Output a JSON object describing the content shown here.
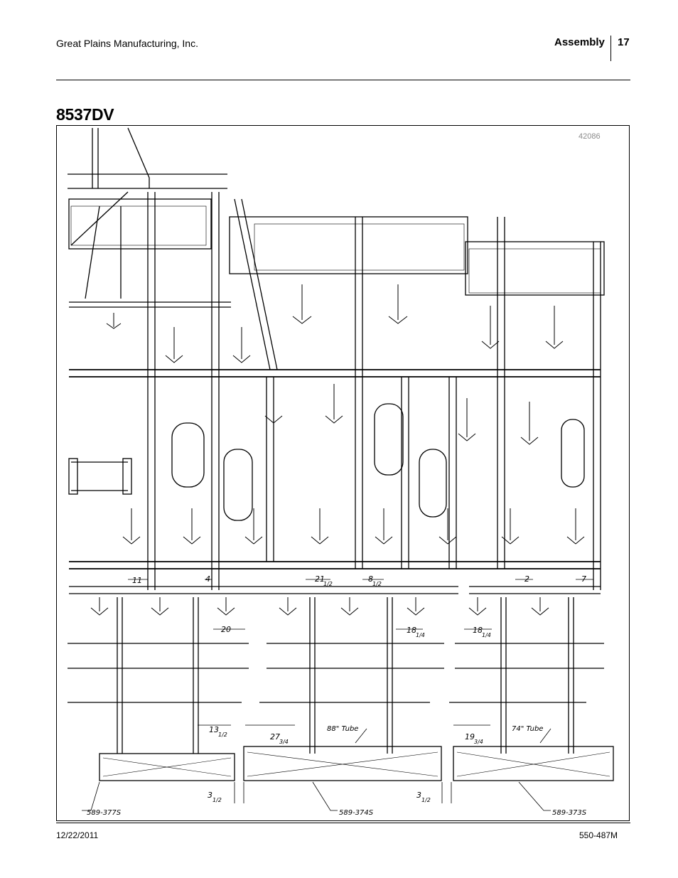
{
  "header": {
    "company": "Great Plains Manufacturing, Inc.",
    "section": "Assembly",
    "page_number": "17"
  },
  "title": "8537DV",
  "figure": {
    "id": "42086",
    "dimensions": {
      "d11": "11",
      "d4": "4",
      "d21": "21",
      "d21f": "1/2",
      "d8": "8",
      "d8f": "1/2",
      "d2": "2",
      "d7": "7",
      "d20": "20",
      "d18a": "18",
      "d18af": "1/4",
      "d18b": "18",
      "d18bf": "1/4",
      "d13": "13",
      "d13f": "1/2",
      "d27": "27",
      "d27f": "3/4",
      "d19": "19",
      "d19f": "3/4",
      "d3a": "3",
      "d3af": "1/2",
      "d3b": "3",
      "d3bf": "1/2"
    },
    "callouts": {
      "tube88": "88\" Tube",
      "tube74": "74\" Tube",
      "part1": "589-377S",
      "part2": "589-374S",
      "part3": "589-373S"
    }
  },
  "footer": {
    "date": "12/22/2011",
    "doc_number": "550-487M"
  }
}
